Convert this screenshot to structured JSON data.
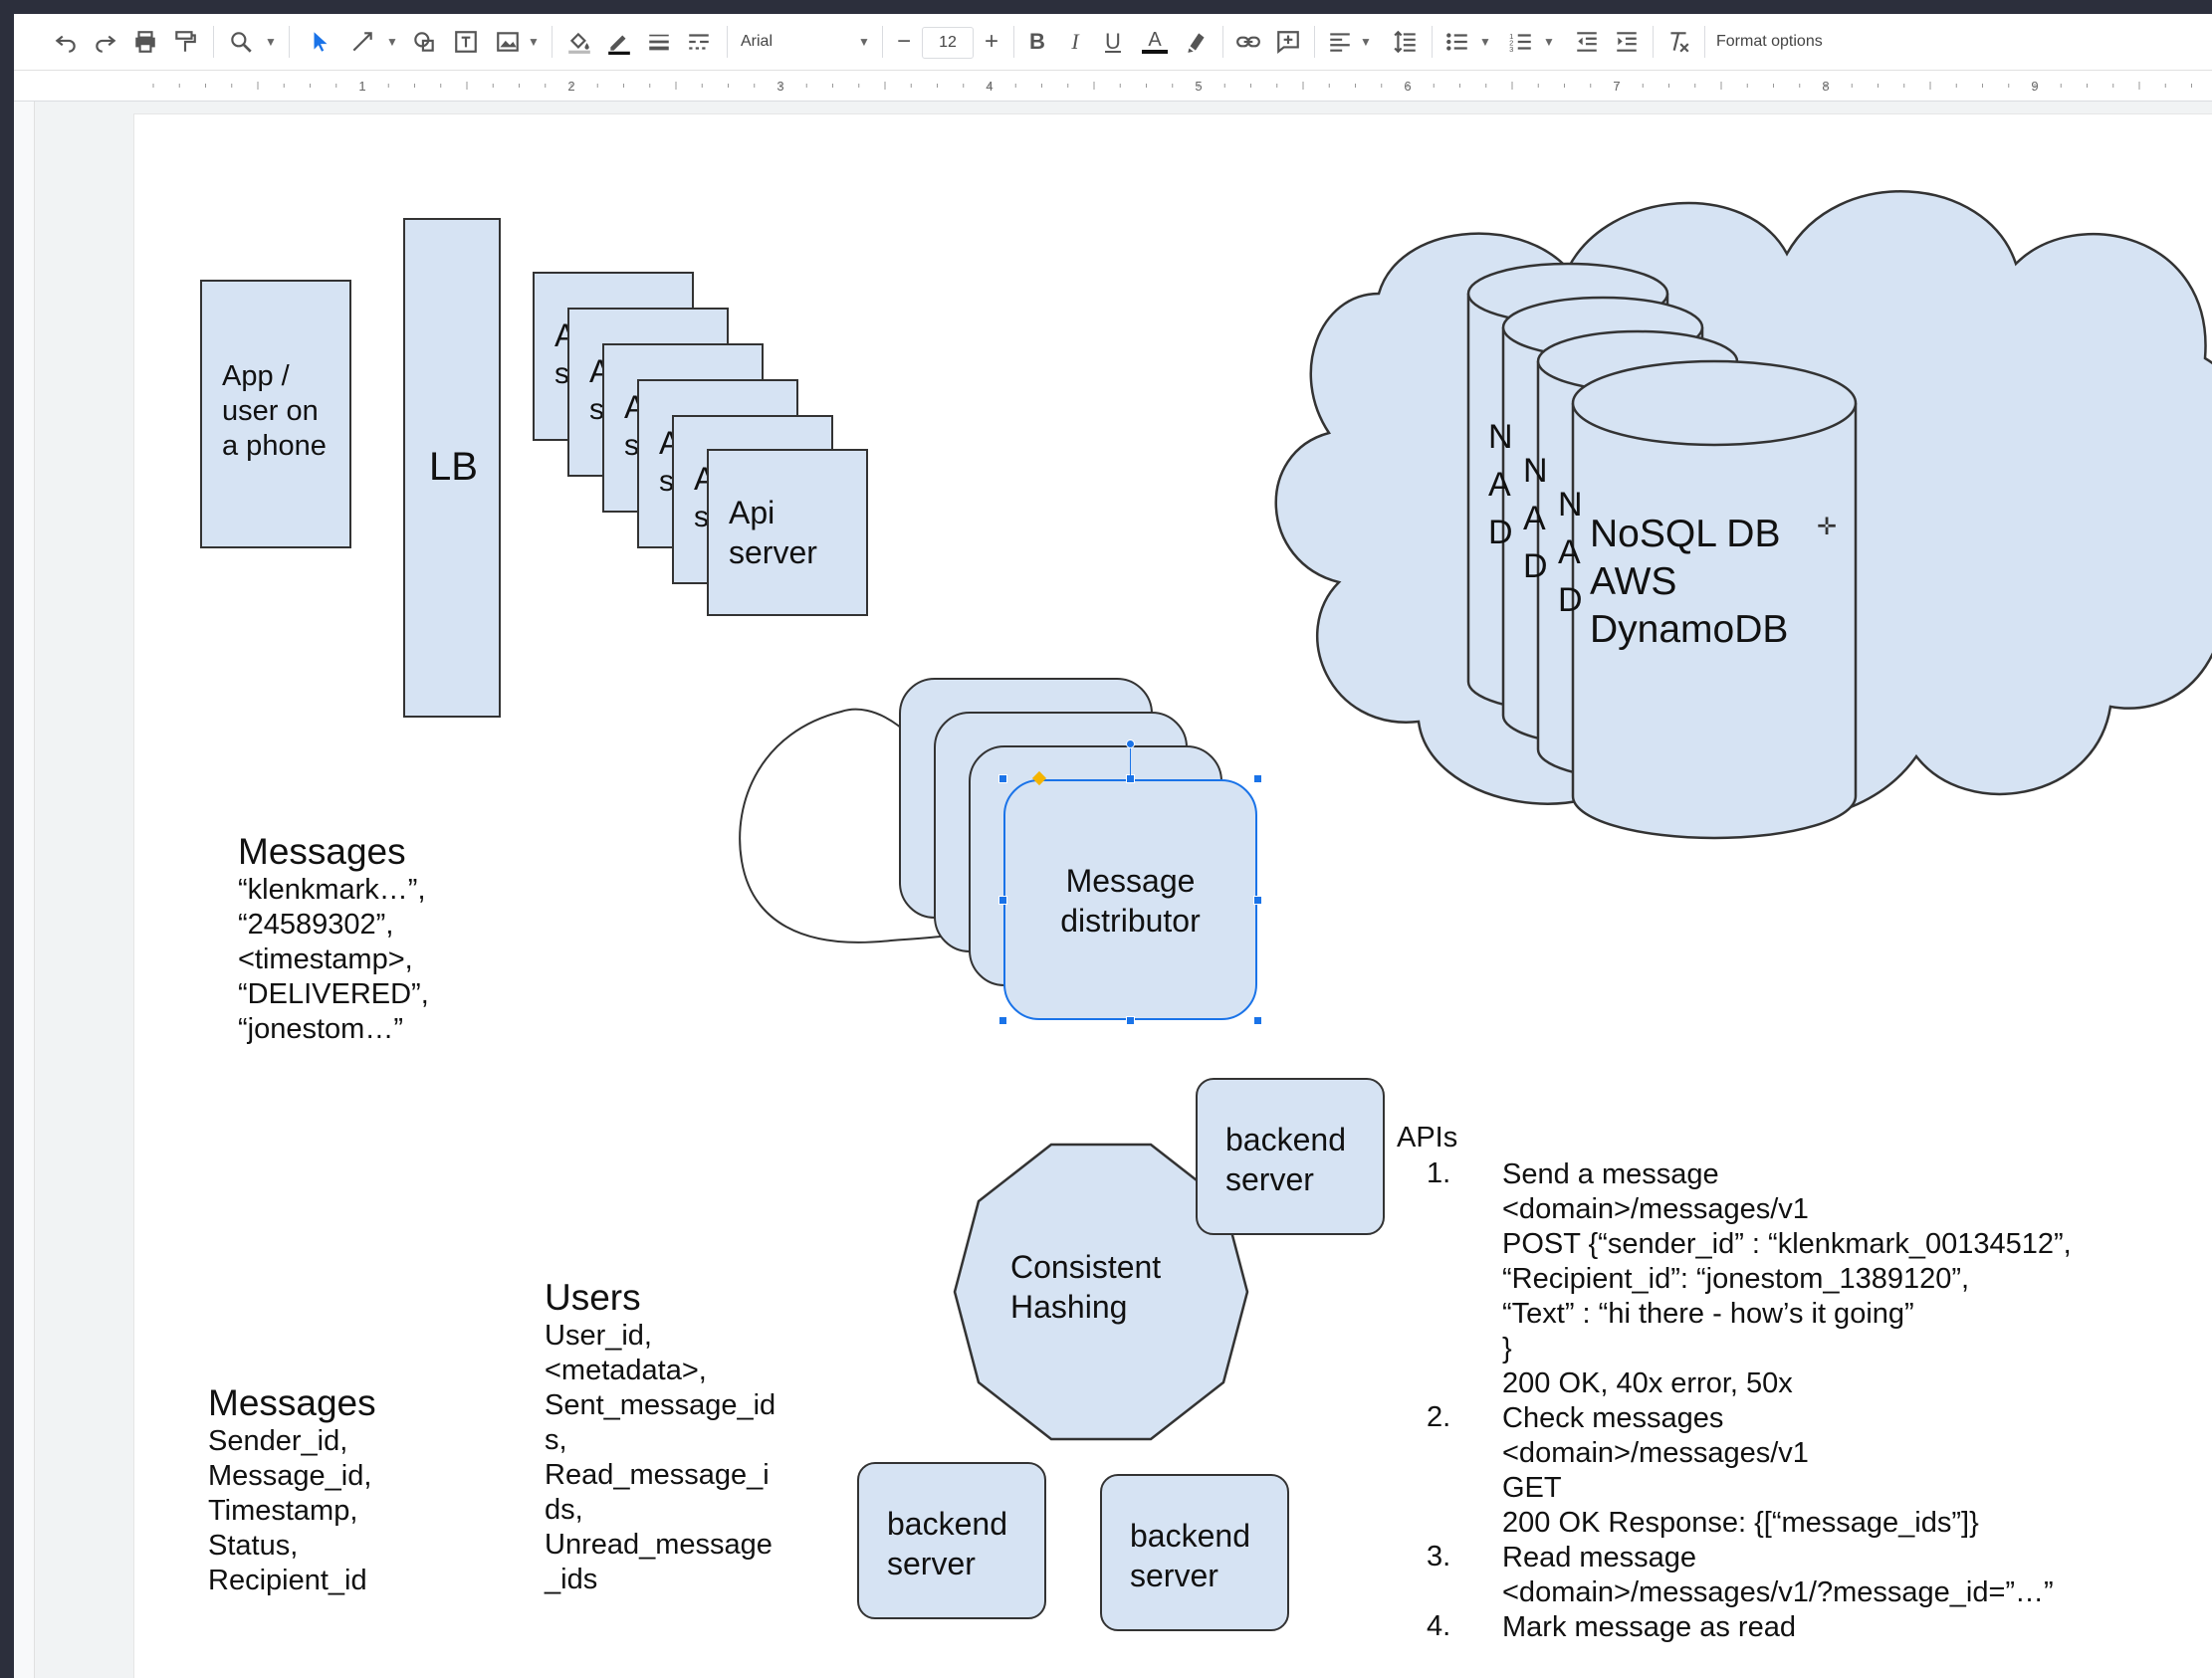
{
  "toolbar": {
    "font_name": "Arial",
    "font_size": "12",
    "format_options": "Format options",
    "icons": [
      "undo-icon",
      "redo-icon",
      "print-icon",
      "paint-format-icon",
      "zoom-icon",
      "select-icon",
      "line-icon",
      "shape-icon",
      "textbox-icon",
      "image-icon",
      "fill-color-icon",
      "border-color-icon",
      "border-weight-icon",
      "border-dash-icon",
      "bold-icon",
      "italic-icon",
      "underline-icon",
      "text-color-icon",
      "highlight-icon",
      "link-icon",
      "comment-icon",
      "align-icon",
      "line-spacing-icon",
      "bullet-list-icon",
      "numbered-list-icon",
      "indent-decrease-icon",
      "indent-increase-icon",
      "clear-formatting-icon"
    ]
  },
  "ruler": {
    "numbers": [
      "1",
      "2",
      "3",
      "4",
      "5",
      "6",
      "7",
      "8",
      "9"
    ]
  },
  "diagram": {
    "app_box": {
      "lines": [
        "App /",
        "user on",
        "a phone"
      ]
    },
    "lb_box": {
      "label": "LB"
    },
    "api_stack": {
      "partials": [
        {
          "first": "A",
          "second": "s"
        },
        {
          "first": "A",
          "second": "s"
        },
        {
          "first": "A",
          "second": "s"
        },
        {
          "first": "A",
          "second": "s"
        },
        {
          "first": "A",
          "second": "s"
        }
      ],
      "front": {
        "lines": [
          "Api",
          "server"
        ]
      }
    },
    "db_partials": [
      {
        "lines": [
          "N",
          "A",
          "D"
        ]
      },
      {
        "lines": [
          "N",
          "A",
          "D"
        ]
      },
      {
        "lines": [
          "N",
          "A",
          "D"
        ]
      }
    ],
    "db_front": {
      "lines": [
        "NoSQL DB",
        "AWS",
        "DynamoDB"
      ]
    },
    "distributor": {
      "lines": [
        "Message",
        "distributor"
      ]
    },
    "consistent_hashing": {
      "lines": [
        "Consistent",
        "Hashing"
      ]
    },
    "backend_servers": [
      {
        "lines": [
          "backend",
          "server"
        ]
      },
      {
        "lines": [
          "backend",
          "server"
        ]
      },
      {
        "lines": [
          "backend",
          "server"
        ]
      }
    ],
    "messages_sample": {
      "title": "Messages",
      "lines": [
        "“klenkmark…”,",
        "“24589302”,",
        "<timestamp>,",
        "“DELIVERED”,",
        "“jonestom…”"
      ]
    },
    "messages_schema": {
      "title": "Messages",
      "lines": [
        "Sender_id,",
        "Message_id,",
        "Timestamp,",
        "Status,",
        "Recipient_id"
      ]
    },
    "users_schema": {
      "title": "Users",
      "lines": [
        "User_id,",
        "<metadata>,",
        "Sent_message_id",
        "s,",
        "Read_message_i",
        "ds,",
        "Unread_message",
        "_ids"
      ]
    },
    "apis": {
      "title": "APIs",
      "items": [
        {
          "num": "1.",
          "lines": [
            "Send a message",
            "<domain>/messages/v1",
            "POST {“sender_id” : “klenkmark_00134512”,",
            "“Recipient_id”: “jonestom_1389120”,",
            "“Text” : “hi there - how’s it going”",
            "}",
            "200 OK, 40x error, 50x"
          ]
        },
        {
          "num": "2.",
          "lines": [
            "Check messages",
            "<domain>/messages/v1",
            "GET",
            "200 OK Response: {[“message_ids”]}"
          ]
        },
        {
          "num": "3.",
          "lines": [
            "Read message",
            "<domain>/messages/v1/?message_id=”…”"
          ]
        },
        {
          "num": "4.",
          "lines": [
            "Mark message as read"
          ]
        }
      ]
    }
  }
}
